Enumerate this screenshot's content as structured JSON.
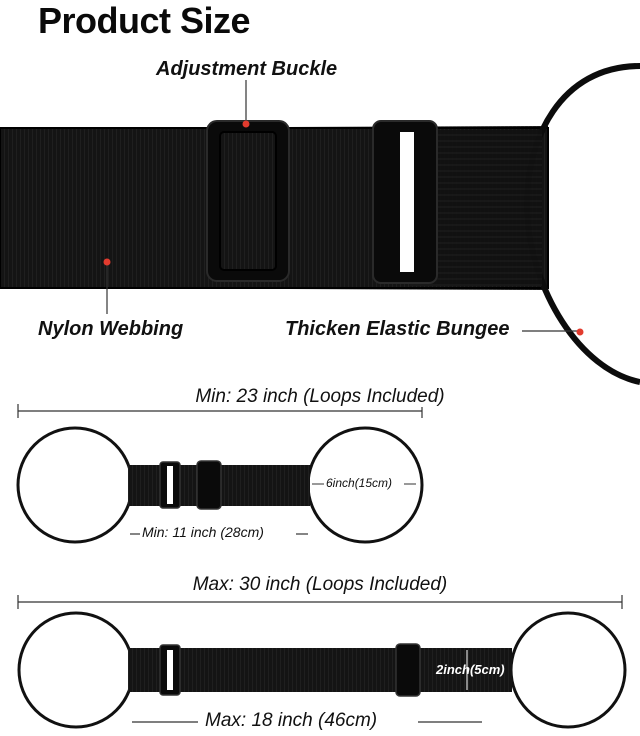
{
  "title": "Product Size",
  "labels": {
    "buckle": "Adjustment Buckle",
    "nylon": "Nylon Webbing",
    "bungee": "Thicken Elastic Bungee"
  },
  "min_config": {
    "total": "Min: 23 inch (Loops Included)",
    "inner": "Min:  11 inch (28cm)",
    "loop_width": "6inch(15cm)"
  },
  "max_config": {
    "total": "Max: 30 inch (Loops Included)",
    "inner": "Max: 18 inch (46cm)",
    "strap_width": "2inch(5cm)"
  },
  "colors": {
    "strap": "#161616",
    "accent_dot": "#e23b2e",
    "background": "#ffffff"
  }
}
